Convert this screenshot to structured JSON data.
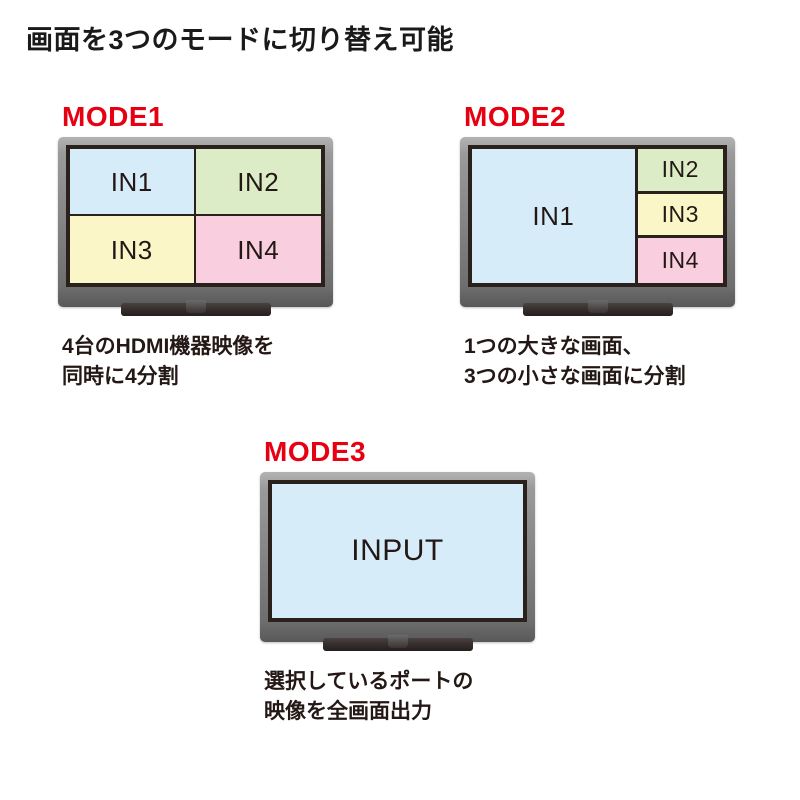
{
  "page": {
    "title": "画面を3つのモードに切り替え可能",
    "background_color": "#ffffff",
    "text_color": "#231815",
    "accent_color": "#e60012"
  },
  "colors": {
    "pane_blue": "#d6ecf8",
    "pane_green": "#dcecc6",
    "pane_yellow": "#fbf6c8",
    "pane_pink": "#f9cfdf",
    "bezel_gray": "#878787",
    "screen_border": "#2a211d",
    "mode_label_red": "#e60012"
  },
  "modes": [
    {
      "label": "MODE1",
      "layout": "quad",
      "panes": [
        {
          "label": "IN1",
          "color": "#d6ecf8"
        },
        {
          "label": "IN2",
          "color": "#dcecc6"
        },
        {
          "label": "IN3",
          "color": "#fbf6c8"
        },
        {
          "label": "IN4",
          "color": "#f9cfdf"
        }
      ],
      "caption": {
        "line1": "4台のHDMI機器映像を",
        "line2": "同時に4分割"
      }
    },
    {
      "label": "MODE2",
      "layout": "one-big-three-small",
      "panes": [
        {
          "label": "IN1",
          "color": "#d6ecf8"
        },
        {
          "label": "IN2",
          "color": "#dcecc6"
        },
        {
          "label": "IN3",
          "color": "#fbf6c8"
        },
        {
          "label": "IN4",
          "color": "#f9cfdf"
        }
      ],
      "caption": {
        "line1": "1つの大きな画面、",
        "line2": "3つの小さな画面に分割"
      }
    },
    {
      "label": "MODE3",
      "layout": "full",
      "panes": [
        {
          "label": "INPUT",
          "color": "#d6ecf8"
        }
      ],
      "caption": {
        "line1": "選択しているポートの",
        "line2": "映像を全画面出力"
      }
    }
  ]
}
